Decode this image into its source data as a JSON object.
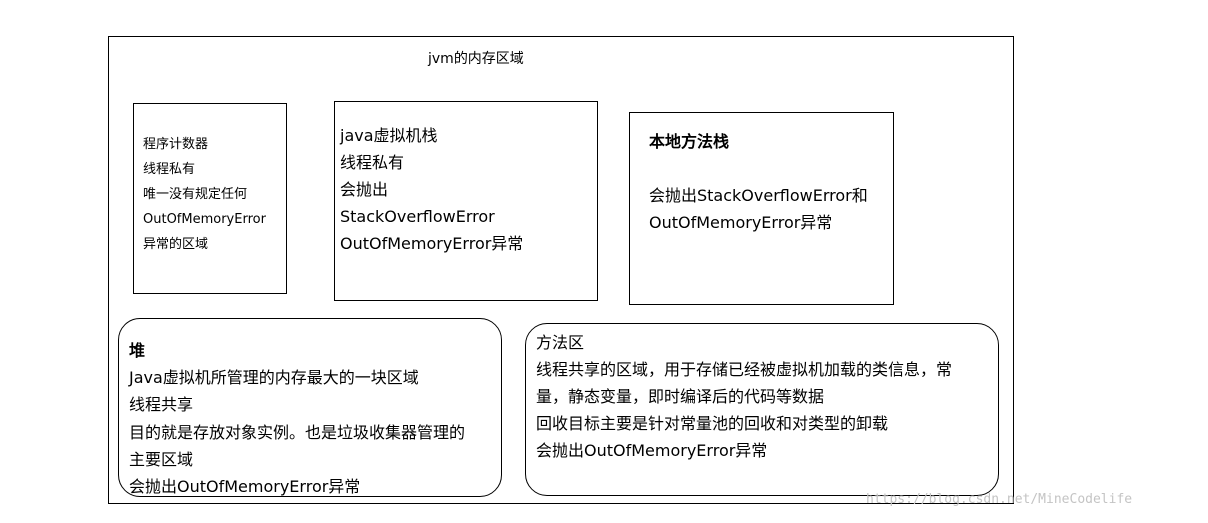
{
  "diagram": {
    "title": "jvm的内存区域",
    "program_counter": {
      "lines": [
        "程序计数器",
        "线程私有",
        "唯一没有规定任何",
        "OutOfMemoryError",
        "异常的区域"
      ]
    },
    "jvm_stack": {
      "lines": [
        "java虚拟机栈",
        "线程私有",
        "会抛出",
        "StackOverflowError",
        "OutOfMemoryError异常"
      ]
    },
    "native_method_stack": {
      "heading": "本地方法栈",
      "lines": [
        "会抛出StackOverflowError和",
        "OutOfMemoryError异常"
      ]
    },
    "heap": {
      "heading": "堆",
      "lines": [
        "Java虚拟机所管理的内存最大的一块区域",
        "线程共享",
        "目的就是存放对象实例。也是垃圾收集器管理的",
        "主要区域",
        "会抛出OutOfMemoryError异常"
      ]
    },
    "method_area": {
      "heading": "方法区",
      "lines": [
        "线程共享的区域，用于存储已经被虚拟机加载的类信息，常",
        "量，静态变量，即时编译后的代码等数据",
        "回收目标主要是针对常量池的回收和对类型的卸载",
        "会抛出OutOfMemoryError异常"
      ]
    }
  },
  "watermark": "https://blog.csdn.net/MineCodelife"
}
